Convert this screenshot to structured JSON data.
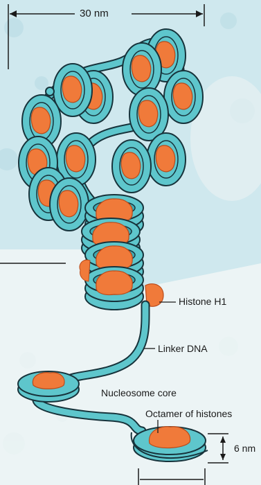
{
  "labels": {
    "scale_top": "30 nm",
    "histone_h1": "Histone H1",
    "linker_dna": "Linker DNA",
    "nucleosome_core": "Nucleosome core",
    "octamer": "Octamer of histones",
    "scale_side": "6 nm"
  },
  "colors": {
    "background": "#cfe8ee",
    "page": "#f6f8f7",
    "dna_fill": "#5ec6cc",
    "dna_stroke": "#17333b",
    "histone": "#f07a3a",
    "histone_edge": "#b84a1a",
    "ink": "#1a1a1a"
  }
}
